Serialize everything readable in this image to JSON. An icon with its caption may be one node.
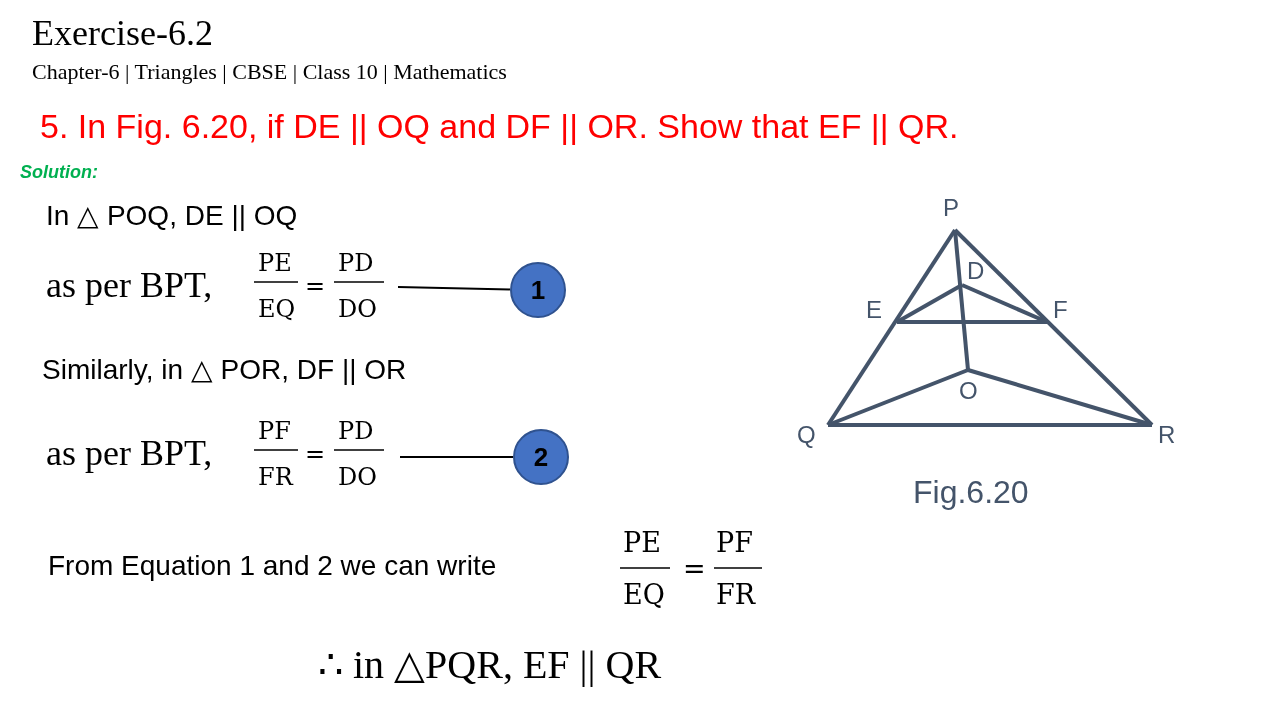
{
  "diagram": {
    "title": "Exercise-6.2",
    "nodes": [
      {
        "text": [
          "1"
        ]
      },
      {
        "text": [
          "2"
        ]
      }
    ],
    "edges": [
      {
        "from": null,
        "to": 0,
        "arrow": "none"
      },
      {
        "from": null,
        "to": 1,
        "arrow": "none"
      }
    ],
    "labels": [
      "Chapter-6 | Triangles | CBSE | Class 10 | Mathematics",
      "5. In Fig. 6.20, if DE || OQ and DF || OR. Show that EF || QR.",
      "Solution:",
      "In △ POQ, DE || OQ",
      "as per BPT,",
      "PE",
      "EQ",
      "=",
      "PD",
      "DO",
      "Similarly, in △ POR, DF || OR",
      "as per BPT,",
      "PF",
      "FR",
      "=",
      "PD",
      "DO",
      "From Equation 1 and 2 we can write",
      "PE",
      "EQ",
      "=",
      "PF",
      "FR",
      "∴ in △PQR, EF || QR",
      "P",
      "D",
      "E",
      "F",
      "O",
      "Q",
      "R",
      "Fig.6.20"
    ]
  }
}
